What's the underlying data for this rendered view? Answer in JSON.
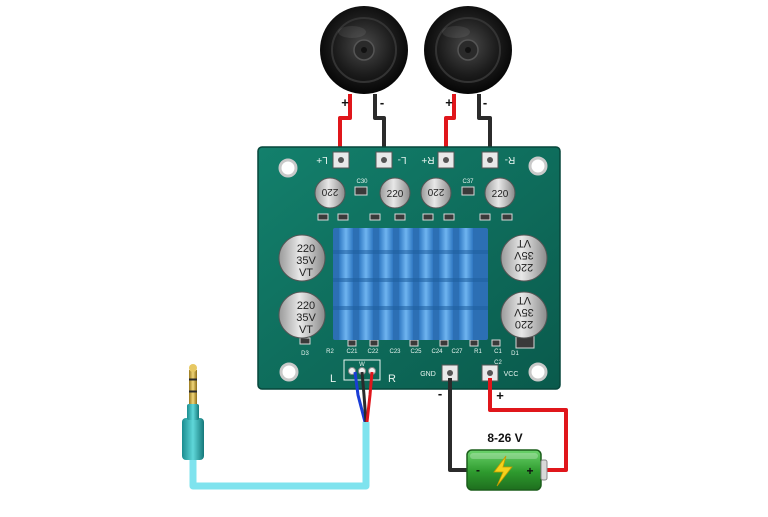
{
  "speakers": {
    "left": {
      "plus": "+",
      "minus": "-"
    },
    "right": {
      "plus": "+",
      "minus": "-"
    }
  },
  "board": {
    "silkscreen": {
      "l_plus": "L+",
      "l_minus": "L-",
      "r_plus": "R+",
      "r_minus": "R-",
      "c30": "C30",
      "c37": "C37",
      "c21": "C21",
      "c22": "C22",
      "c23": "C23",
      "c25": "C25",
      "c24": "C24",
      "c27": "C27",
      "r1": "R1",
      "r2": "R2",
      "d1": "D1",
      "d3": "D3",
      "input_l": "L",
      "input_r": "R",
      "input_w": "W",
      "gnd": "GND",
      "vcc": "VCC",
      "c2": "C2",
      "c1": "C1"
    },
    "capacitors": {
      "small": [
        "220",
        "220",
        "220",
        "220"
      ],
      "large": [
        {
          "value": "220",
          "voltage": "35V",
          "mark": "VT"
        },
        {
          "value": "220",
          "voltage": "35V",
          "mark": "VT"
        },
        {
          "value": "220",
          "voltage": "35V",
          "mark": "VT"
        },
        {
          "value": "220",
          "voltage": "35V",
          "mark": "VT"
        }
      ]
    }
  },
  "power": {
    "minus": "-",
    "plus": "+",
    "battery_label": "8-26 V",
    "battery_minus": "-",
    "battery_plus": "+"
  },
  "colors": {
    "pcb": "#0d6d5c",
    "heatsink": "#3f8fd6",
    "wire_red": "#e0161b",
    "wire_black": "#2b2b2b",
    "cable": "#7fe3ee",
    "battery": "#3aa43a"
  }
}
